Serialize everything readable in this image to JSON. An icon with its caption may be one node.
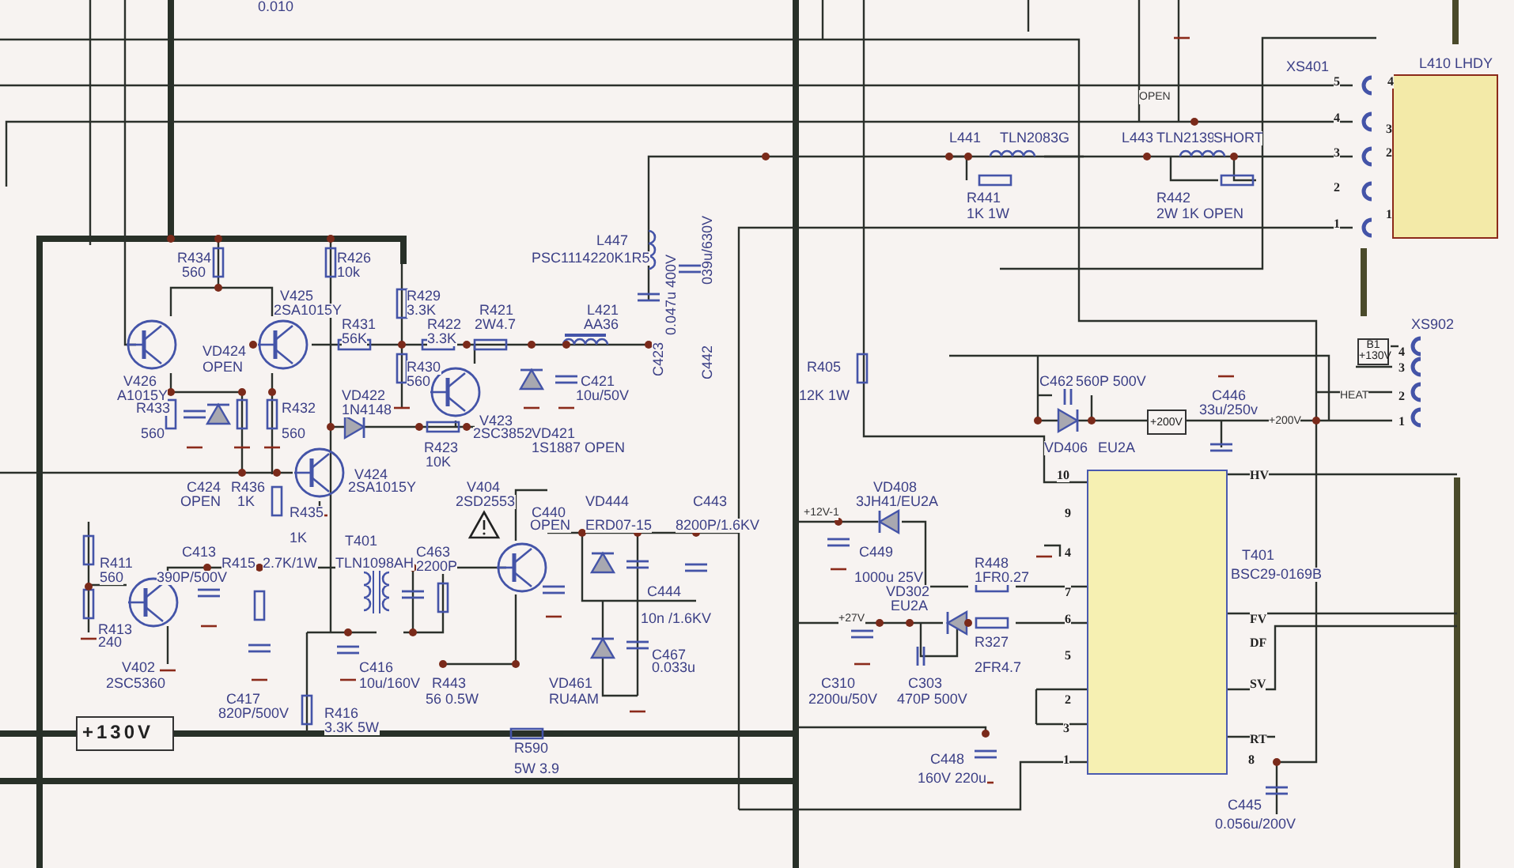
{
  "diagram": {
    "nodes": [
      {
        "text": [
          "L410 LHDY"
        ]
      },
      {
        "text": [
          "T401",
          "BSC29-0169B"
        ]
      },
      {
        "text": [
          "B1 +130V"
        ]
      },
      {
        "text": [
          "+200V"
        ]
      },
      {
        "text": [
          "+130V"
        ]
      }
    ],
    "labels": [
      "0.010",
      "XS401",
      "5",
      "4",
      "OPEN",
      "4",
      "3",
      "L441",
      "TLN2083G",
      "L443",
      "TLN2139",
      "SHORT",
      "3",
      "2",
      "2",
      "R441",
      "R442",
      "1K 1W",
      "2W 1K OPEN",
      "1",
      "039u/630V",
      "1",
      "L447",
      "R434",
      "R426",
      "PSC1114220K1R5",
      "0.047u 400V",
      "560",
      "10k",
      "V425",
      "R429",
      "2SA1015Y",
      "3.3K",
      "R421",
      "L421",
      "R431",
      "R422",
      "2W4.7",
      "AA36",
      "C442",
      "XS902",
      "56K",
      "3.3K",
      "VD424",
      "C423",
      "4",
      "OPEN",
      "R430",
      "R405",
      "3",
      "V426",
      "560",
      "C421",
      "C462",
      "560P 500V",
      "A1015Y",
      "VD422",
      "10u/50V",
      "12K 1W",
      "C446",
      "HEAT",
      "2",
      "R433",
      "R432",
      "1N4148",
      "33u/250v",
      "V423",
      "+200V",
      "1",
      "560",
      "560",
      "2SC3852",
      "VD421",
      "R423",
      "1S1887 OPEN",
      "VD406",
      "EU2A",
      "10K",
      "V424",
      "10",
      "HV",
      "C424",
      "R436",
      "2SA1015Y",
      "V404",
      "VD408",
      "OPEN",
      "1K",
      "2SD2553",
      "VD444",
      "C443",
      "3JH41/EU2A",
      "R435",
      "C440",
      "+12V-1",
      "9",
      "OPEN",
      "ERD07-15",
      "8200P/1.6KV",
      "1K",
      "T401",
      "C413",
      "C463",
      "C449",
      "4",
      "R411",
      "R415",
      "2.7K/1W",
      "TLN1098AH",
      "2200P",
      "R448",
      "560",
      "390P/500V",
      "1000u 25V",
      "1FR0.27",
      "C444",
      "VD302",
      "7",
      "EU2A",
      "10n /1.6KV",
      "+27V",
      "6",
      "FV",
      "R413",
      "240",
      "R327",
      "DF",
      "C467",
      "5",
      "V402",
      "C416",
      "0.033u",
      "2FR4.7",
      "2SC5360",
      "10u/160V",
      "R443",
      "VD461",
      "C310",
      "C303",
      "SV",
      "C417",
      "56 0.5W",
      "RU4AM",
      "2200u/50V",
      "470P 500V",
      "2",
      "820P/500V",
      "R416",
      "3.3K 5W",
      "3",
      "RT",
      "R590",
      "C448",
      "1",
      "8",
      "5W 3.9",
      "160V 220u",
      "C445",
      "0.056u/200V"
    ]
  }
}
